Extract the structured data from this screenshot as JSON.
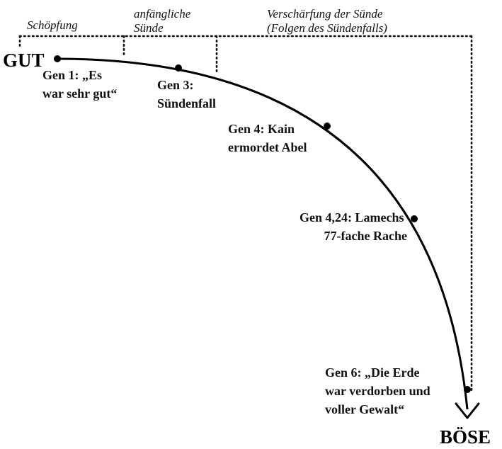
{
  "phases": [
    {
      "lines": [
        "Schöpfung"
      ]
    },
    {
      "lines": [
        "anfängliche",
        "Sünde"
      ]
    },
    {
      "lines": [
        "Verschärfung der Sünde",
        "(Folgen des Sündenfalls)"
      ]
    }
  ],
  "start_label": "GUT",
  "end_label": "BÖSE",
  "events": [
    {
      "lines": [
        "Gen 1: „Es",
        "war sehr gut“"
      ]
    },
    {
      "lines": [
        "Gen 3:",
        "Sündenfall"
      ]
    },
    {
      "lines": [
        "Gen 4: Kain",
        "ermordet Abel"
      ]
    },
    {
      "lines": [
        "Gen 4,24: Lamechs",
        "77-fache Rache"
      ]
    },
    {
      "lines": [
        "Gen 6: „Die Erde",
        "war verdorben und",
        "voller Gewalt“"
      ]
    }
  ]
}
